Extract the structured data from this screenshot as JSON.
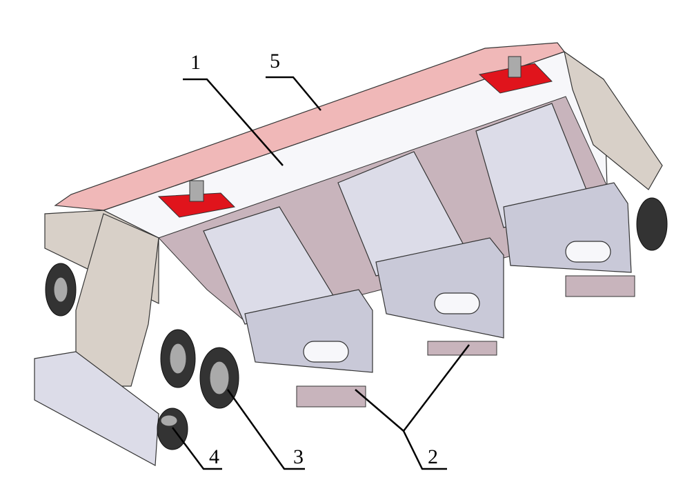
{
  "labels": {
    "frame_beam": "1",
    "collection_boxes": "2",
    "caster_wheels": "3",
    "guide_wheel": "4",
    "top_cover": "5"
  }
}
